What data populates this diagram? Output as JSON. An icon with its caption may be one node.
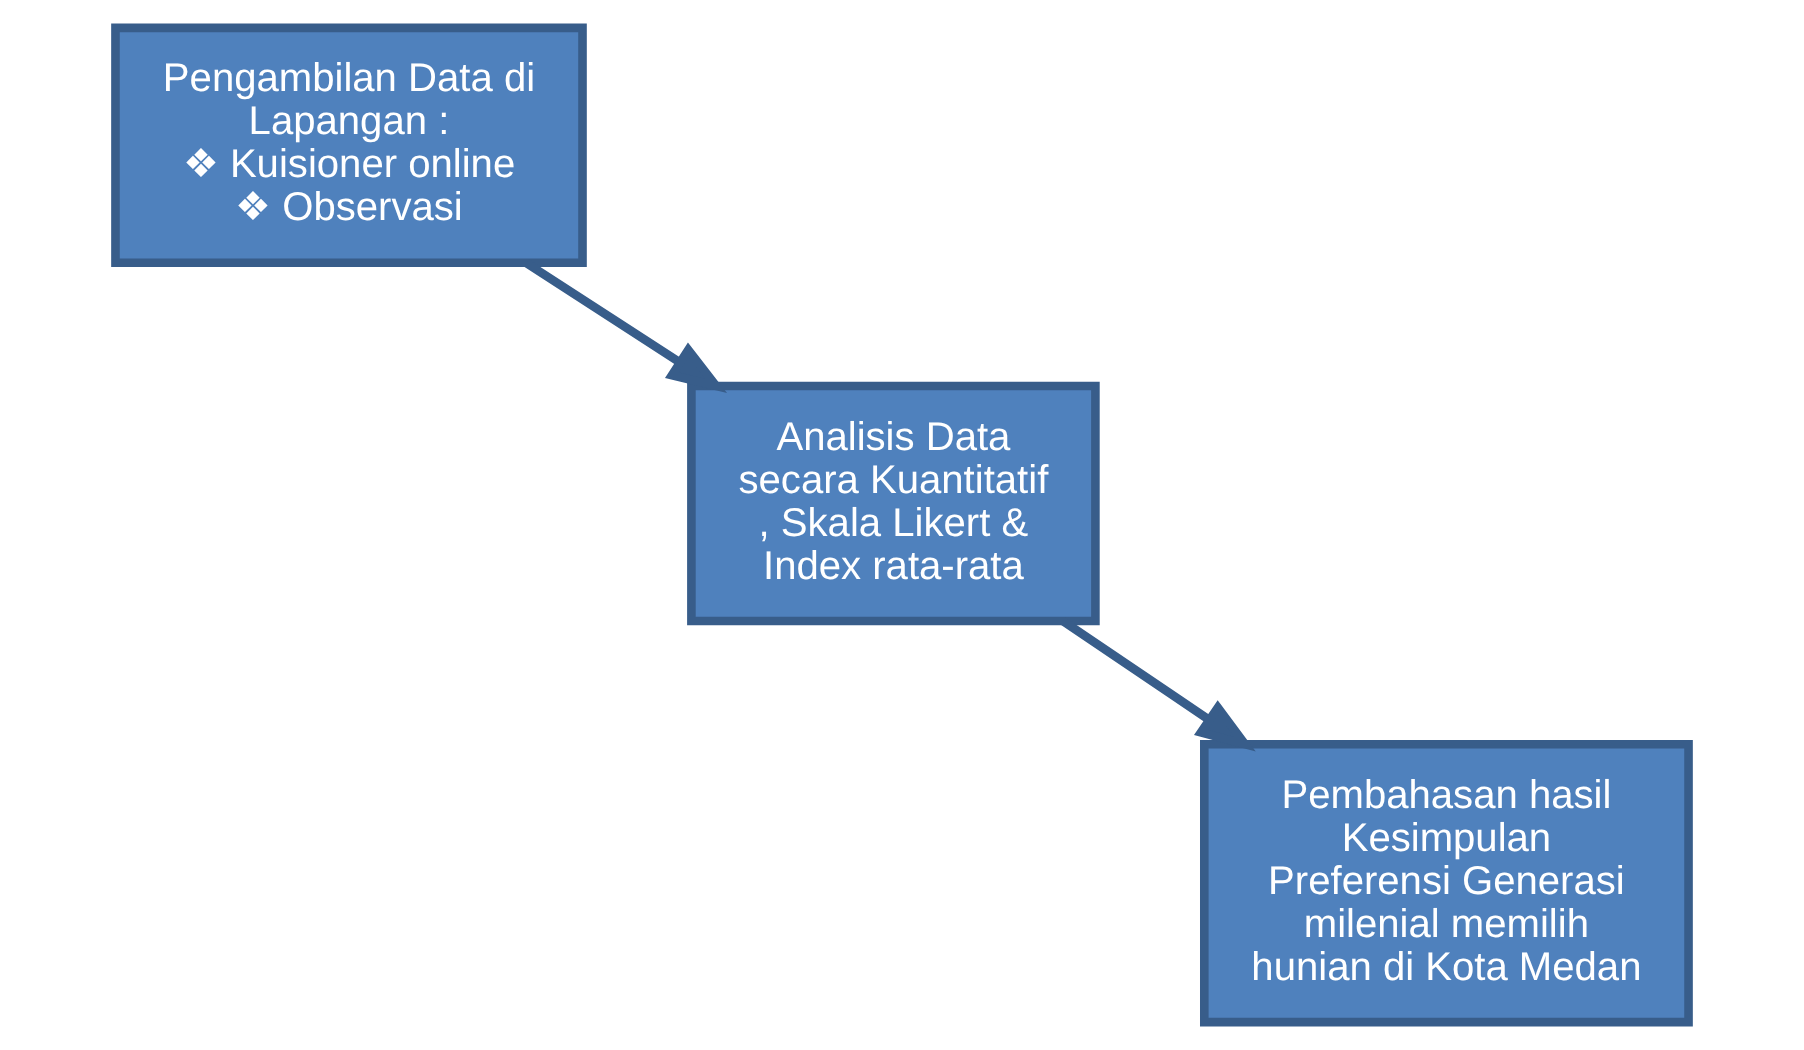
{
  "diagram": {
    "nodes": [
      {
        "text": [
          "Pengambilan Data di Lapangan :",
          "❖ Kuisioner online",
          "❖ Observasi"
        ]
      },
      {
        "text": [
          "Analisis Data secara Kuantitatif , Skala Likert & Index rata-rata"
        ]
      },
      {
        "text": [
          "Pembahasan hasil Kesimpulan Preferensi Generasi milenial memilih hunian di Kota Medan"
        ]
      }
    ],
    "edges": [
      {
        "from": 0,
        "to": 1,
        "arrow": "to"
      },
      {
        "from": 1,
        "to": 2,
        "arrow": "to"
      }
    ]
  }
}
